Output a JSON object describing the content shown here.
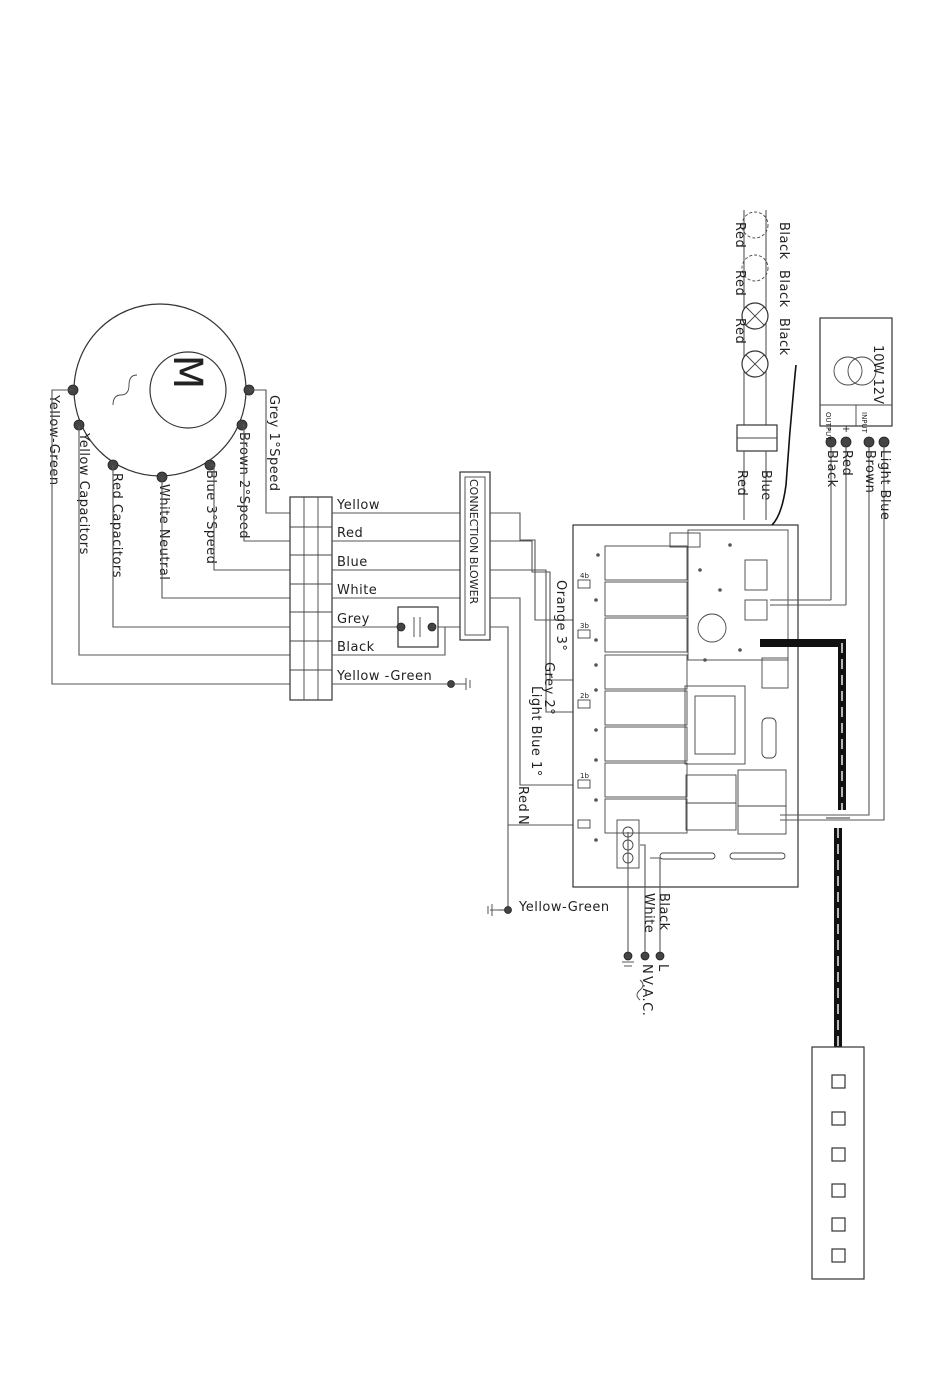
{
  "motor": {
    "symbol": "M",
    "wire_labels": [
      "Grey 1°Speed",
      "Brown 2°Speed",
      "Blue 3°Speed",
      "White Neutral",
      "Red Capacitors",
      "Yellow Capacitors",
      "Yellow-Green"
    ]
  },
  "terminal_block": {
    "wire_labels": [
      "Yellow",
      "Red",
      "Blue",
      "White",
      "Grey",
      "Black",
      "Yellow -Green"
    ]
  },
  "connection_blower": {
    "label": "CONNECTION BLOWER"
  },
  "control_board": {
    "speed_labels": [
      "Orange 3°",
      "Grey 2°",
      "Light Blue 1°",
      "Red",
      "N"
    ]
  },
  "ground_supply": {
    "ground_label": "Yellow-Green",
    "mains_wires": [
      "White",
      "Black"
    ],
    "terminals": [
      "N",
      "L"
    ],
    "vac_label": "V.A.C."
  },
  "lamps": {
    "black_labels": [
      "Black",
      "Black",
      "Black"
    ],
    "red_labels": [
      "Red",
      "Red",
      "Red"
    ],
    "cable_labels": [
      "Blue",
      "Red"
    ]
  },
  "transformer": {
    "rating": "10W 12V",
    "output_label": "OUTPUT",
    "input_label": "INPUT",
    "output_signs": [
      "-",
      "+"
    ],
    "wire_labels": [
      "Black",
      "Red",
      "Brown",
      "Light Blue"
    ]
  },
  "keypad": {
    "button_count": 6
  }
}
